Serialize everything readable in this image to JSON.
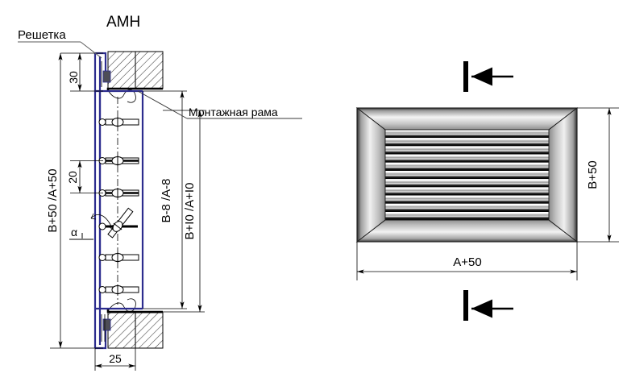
{
  "drawing": {
    "title": "AMH",
    "labels": {
      "grille": "Решетка",
      "mounting_frame": "Монтажная рама",
      "amh": "AMH"
    }
  },
  "section_view": {
    "name": "side-section-view",
    "dimensions": {
      "top_offset": "30",
      "blade_pitch": "20",
      "overall_height": "B+50 /A+50",
      "inner_height": "B-8 /A-8",
      "frame_height": "B+I0 /A+I0",
      "depth": "25",
      "blade_angle": "α"
    },
    "blade_count": 6
  },
  "front_view": {
    "name": "front-grille-view",
    "dimensions": {
      "width": "A+50",
      "height": "B+50"
    },
    "louver_count": 11,
    "section_marks": [
      "section-arrow-top",
      "section-arrow-bottom"
    ]
  },
  "colors": {
    "outline_blue": "#2c2c8e",
    "line_black": "#000000",
    "hatch_gray": "#5a5a5a",
    "frame_light": "#f2f2f2",
    "frame_dark": "#1a1a1a",
    "background": "#ffffff"
  }
}
